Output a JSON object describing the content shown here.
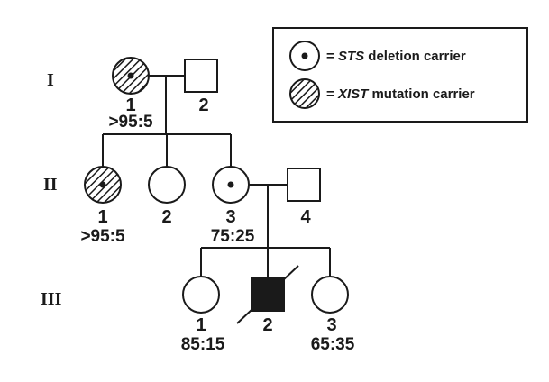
{
  "legend": {
    "sts": {
      "name": "STS",
      "text": " deletion carrier",
      "prefix": "= "
    },
    "xist": {
      "name": "XIST",
      "text": " mutation carrier",
      "prefix": "= "
    }
  },
  "generations": [
    "I",
    "II",
    "III"
  ],
  "individuals": {
    "I1": {
      "number": "1",
      "ratio": ">95:5",
      "sex": "female",
      "status": "xist-carrier"
    },
    "I2": {
      "number": "2",
      "sex": "male",
      "status": "unaffected"
    },
    "II1": {
      "number": "1",
      "ratio": ">95:5",
      "sex": "female",
      "status": "xist-carrier"
    },
    "II2": {
      "number": "2",
      "sex": "female",
      "status": "unaffected"
    },
    "II3": {
      "number": "3",
      "ratio": "75:25",
      "sex": "female",
      "status": "sts-carrier"
    },
    "II4": {
      "number": "4",
      "sex": "male",
      "status": "unaffected"
    },
    "III1": {
      "number": "1",
      "ratio": "85:15",
      "sex": "female",
      "status": "unaffected"
    },
    "III2": {
      "number": "2",
      "sex": "male",
      "status": "affected-deceased"
    },
    "III3": {
      "number": "3",
      "ratio": "65:35",
      "sex": "female",
      "status": "unaffected"
    }
  }
}
